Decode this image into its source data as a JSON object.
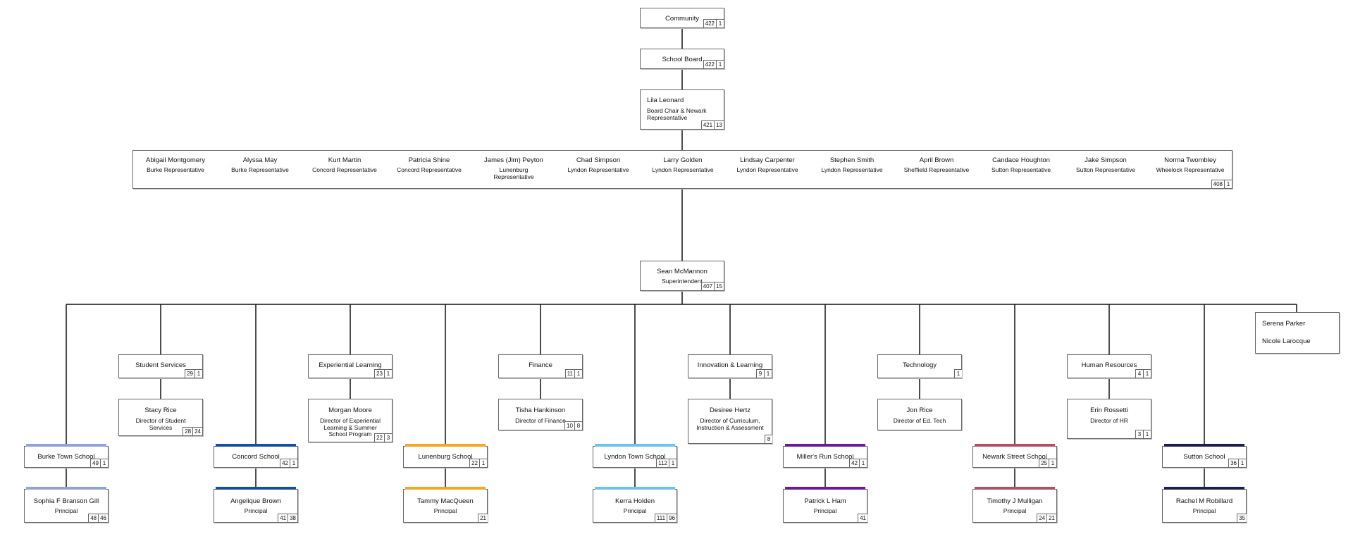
{
  "top": {
    "community": {
      "name": "Community",
      "counts": [
        "422",
        "1"
      ]
    },
    "school_board": {
      "name": "School Board",
      "counts": [
        "422",
        "1"
      ]
    },
    "chair": {
      "name": "Lila Leonard",
      "title": "Board Chair & Newark Representative",
      "counts": [
        "421",
        "13"
      ]
    }
  },
  "board": {
    "counts": [
      "408",
      "1"
    ],
    "members": [
      {
        "name": "Abigail Montgomery",
        "title": "Burke Representative"
      },
      {
        "name": "Alyssa May",
        "title": "Burke Representative"
      },
      {
        "name": "Kurt Martin",
        "title": "Concord Representative"
      },
      {
        "name": "Patricia Shine",
        "title": "Concord Representative"
      },
      {
        "name": "James (Jim) Peyton",
        "title": "Lunenburg Representative"
      },
      {
        "name": "Chad Simpson",
        "title": "Lyndon Representative"
      },
      {
        "name": "Larry Golden",
        "title": "Lyndon Representative"
      },
      {
        "name": "Lindsay Carpenter",
        "title": "Lyndon Representative"
      },
      {
        "name": "Stephen Smith",
        "title": "Lyndon Representative"
      },
      {
        "name": "April Brown",
        "title": "Sheffield Representative"
      },
      {
        "name": "Candace Houghton",
        "title": "Sutton Representative"
      },
      {
        "name": "Jake Simpson",
        "title": "Sutton Representative"
      },
      {
        "name": "Norma Twombley",
        "title": "Wheelock Representative"
      }
    ]
  },
  "superintendent": {
    "name": "Sean McMannon",
    "title": "Superintendent",
    "counts": [
      "407",
      "15"
    ]
  },
  "assistants": {
    "a1": "Serena Parker",
    "a2": "Nicole Larocque"
  },
  "departments": [
    {
      "name": "Student Services",
      "counts": [
        "29",
        "1"
      ],
      "head": {
        "name": "Stacy Rice",
        "title": "Director of Student Services",
        "counts": [
          "28",
          "24"
        ]
      }
    },
    {
      "name": "Experiential Learning",
      "counts": [
        "23",
        "1"
      ],
      "head": {
        "name": "Morgan Moore",
        "title": "Director of Experiential Learning & Summer School Program",
        "counts": [
          "22",
          "3"
        ]
      }
    },
    {
      "name": "Finance",
      "counts": [
        "11",
        "1"
      ],
      "head": {
        "name": "Tisha Hankinson",
        "title": "Director of Finance",
        "counts": [
          "10",
          "8"
        ]
      }
    },
    {
      "name": "Innovation & Learning",
      "counts": [
        "9",
        "1"
      ],
      "head": {
        "name": "Desiree Hertz",
        "title": "Director of Curriculum, Instruction & Assessment",
        "counts": [
          "8",
          ""
        ]
      }
    },
    {
      "name": "Technology",
      "counts": [
        "1",
        ""
      ],
      "head": {
        "name": "Jon Rice",
        "title": "Director of Ed. Tech",
        "counts": [
          "",
          ""
        ]
      }
    },
    {
      "name": "Human Resources",
      "counts": [
        "4",
        "1"
      ],
      "head": {
        "name": "Erin Rossetti",
        "title": "Director of HR",
        "counts": [
          "3",
          "1"
        ]
      }
    }
  ],
  "schools": [
    {
      "name": "Burke Town School",
      "color": "#8fa3d6",
      "counts": [
        "49",
        "1"
      ],
      "principal": {
        "name": "Sophia F Branson Gill",
        "title": "Principal",
        "counts": [
          "48",
          "46"
        ]
      }
    },
    {
      "name": "Concord School",
      "color": "#1450a0",
      "counts": [
        "42",
        "1"
      ],
      "principal": {
        "name": "Angelique Brown",
        "title": "Principal",
        "counts": [
          "41",
          "38"
        ]
      }
    },
    {
      "name": "Lunenburg School",
      "color": "#f5a623",
      "counts": [
        "22",
        "1"
      ],
      "principal": {
        "name": "Tammy MacQueen",
        "title": "Principal",
        "counts": [
          "21",
          ""
        ]
      }
    },
    {
      "name": "Lyndon Town School",
      "color": "#6cc3ee",
      "counts": [
        "112",
        "1"
      ],
      "principal": {
        "name": "Kerra Holden",
        "title": "Principal",
        "counts": [
          "111",
          "96"
        ]
      }
    },
    {
      "name": "Miller's Run School",
      "color": "#6a1b9a",
      "counts": [
        "42",
        "1"
      ],
      "principal": {
        "name": "Patrick L Ham",
        "title": "Principal",
        "counts": [
          "41",
          ""
        ]
      }
    },
    {
      "name": "Newark Street School",
      "color": "#b05068",
      "counts": [
        "25",
        "1"
      ],
      "principal": {
        "name": "Timothy J Mulligan",
        "title": "Principal",
        "counts": [
          "24",
          "21"
        ]
      }
    },
    {
      "name": "Sutton School",
      "color": "#1c1f4a",
      "counts": [
        "36",
        "1"
      ],
      "principal": {
        "name": "Rachel M Robillard",
        "title": "Principal",
        "counts": [
          "35",
          ""
        ]
      }
    }
  ]
}
